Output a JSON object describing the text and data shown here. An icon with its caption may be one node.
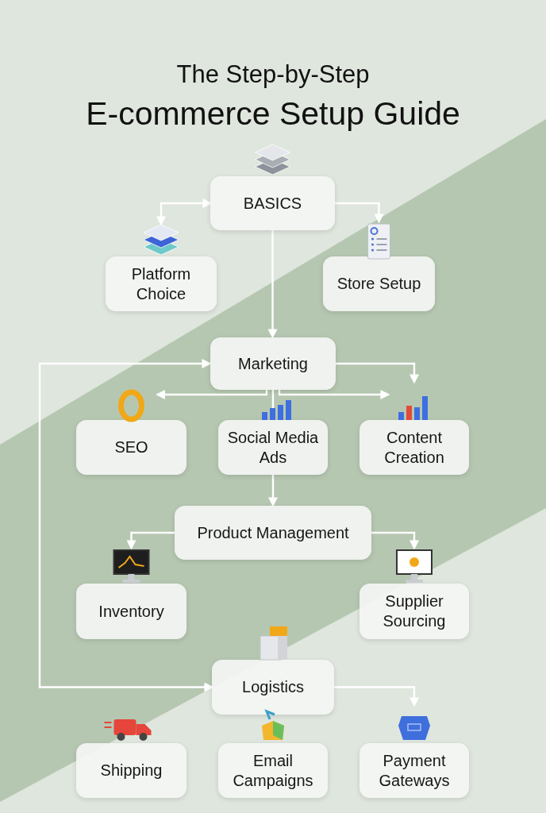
{
  "diagram": {
    "title": "E-commerce Setup Guide",
    "labels": [
      "The Step-by-Step"
    ],
    "nodes": [
      {
        "text": [
          "BASICS"
        ]
      },
      {
        "text": [
          "Platform Choice"
        ]
      },
      {
        "text": [
          "Store Setup"
        ]
      },
      {
        "text": [
          "Marketing"
        ]
      },
      {
        "text": [
          "SEO"
        ]
      },
      {
        "text": [
          "Social Media Ads"
        ]
      },
      {
        "text": [
          "Content Creation"
        ]
      },
      {
        "text": [
          "Product Management"
        ]
      },
      {
        "text": [
          "Inventory"
        ]
      },
      {
        "text": [
          "Supplier Sourcing"
        ]
      },
      {
        "text": [
          "Logistics"
        ]
      },
      {
        "text": [
          "Shipping"
        ]
      },
      {
        "text": [
          "Email Campaigns"
        ]
      },
      {
        "text": [
          "Payment Gateways"
        ]
      }
    ],
    "edges": [
      {
        "from": 0,
        "to": 1,
        "arrow": "both"
      },
      {
        "from": 0,
        "to": 2,
        "arrow": "to"
      },
      {
        "from": 0,
        "to": 3,
        "arrow": "to"
      },
      {
        "from": 3,
        "to": 4,
        "arrow": "to"
      },
      {
        "from": 3,
        "to": 6,
        "arrow": "to"
      },
      {
        "from": 3,
        "to": 6,
        "arrow": "to"
      },
      {
        "from": 3,
        "to": 5,
        "arrow": "none"
      },
      {
        "from": 5,
        "to": 7,
        "arrow": "to"
      },
      {
        "from": 7,
        "to": 8,
        "arrow": "to"
      },
      {
        "from": 7,
        "to": 9,
        "arrow": "to"
      },
      {
        "from": 10,
        "to": 3,
        "arrow": "both"
      },
      {
        "from": 10,
        "to": 13,
        "arrow": "to"
      }
    ]
  }
}
